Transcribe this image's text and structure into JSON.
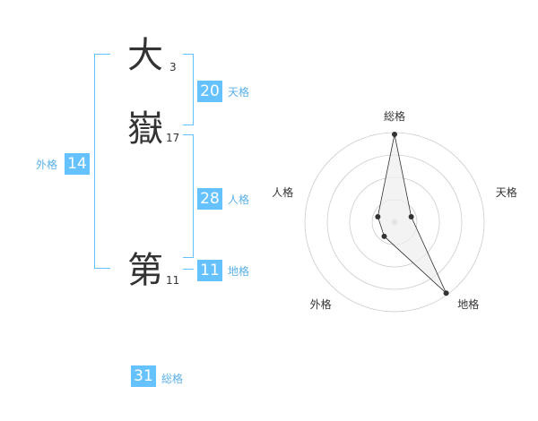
{
  "name": {
    "chars": [
      {
        "char": "大",
        "strokes": "3"
      },
      {
        "char": "嶽",
        "strokes": "17"
      },
      {
        "char": "第",
        "strokes": "11"
      }
    ]
  },
  "fortunes": {
    "tenkaku": {
      "value": "20",
      "label": "天格"
    },
    "jinkaku": {
      "value": "28",
      "label": "人格"
    },
    "chikaku": {
      "value": "11",
      "label": "地格"
    },
    "gaikaku": {
      "value": "14",
      "label": "外格"
    },
    "soukaku": {
      "value": "31",
      "label": "総格"
    }
  },
  "chart_data": {
    "type": "radar",
    "axes": [
      "総格",
      "天格",
      "地格",
      "外格",
      "人格"
    ],
    "values": [
      5,
      1,
      5,
      1,
      1
    ],
    "max": 5,
    "rings": 4,
    "series_color": "#333333",
    "fill_color": "#eeeeee"
  }
}
